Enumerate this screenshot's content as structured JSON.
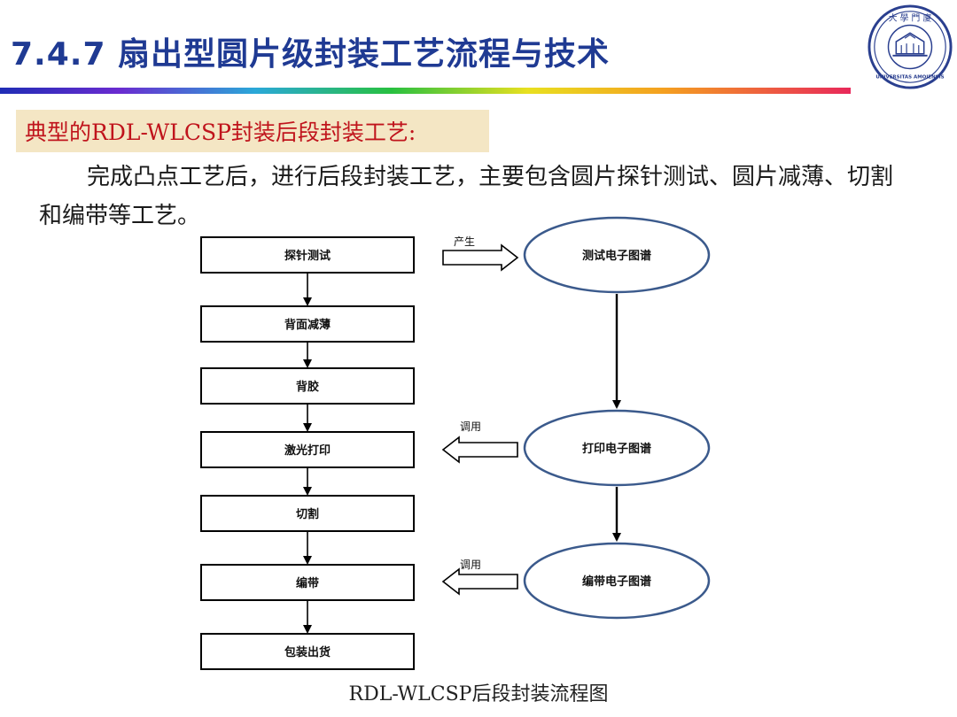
{
  "slide": {
    "title": "7.4.7 扇出型圆片级封装工艺流程与技术",
    "subtitle": "典型的RDL-WLCSP封装后段封装工艺:",
    "body": "完成凸点工艺后，进行后段封装工艺，主要包含圆片探针测试、圆片减薄、切割和编带等工艺。",
    "caption": "RDL-WLCSP后段封装流程图"
  },
  "logo": {
    "top_text": "大 學 門 廈",
    "bottom_text": "UNIVERSITAS AMOIENSIS"
  },
  "diagram": {
    "process_steps": [
      {
        "label": "探针测试"
      },
      {
        "label": "背面减薄"
      },
      {
        "label": "背胶"
      },
      {
        "label": "激光打印"
      },
      {
        "label": "切割"
      },
      {
        "label": "编带"
      },
      {
        "label": "包装出货"
      }
    ],
    "data_maps": [
      {
        "label": "测试电子图谱"
      },
      {
        "label": "打印电子图谱"
      },
      {
        "label": "编带电子图谱"
      }
    ],
    "links": [
      {
        "label": "产生"
      },
      {
        "label": "调用"
      },
      {
        "label": "调用"
      }
    ]
  },
  "colors": {
    "title": "#1f3a93",
    "subtitle": "#c0141c",
    "subtitle_bg": "#f4e6c4",
    "ellipse_stroke": "#3b5a8c"
  }
}
